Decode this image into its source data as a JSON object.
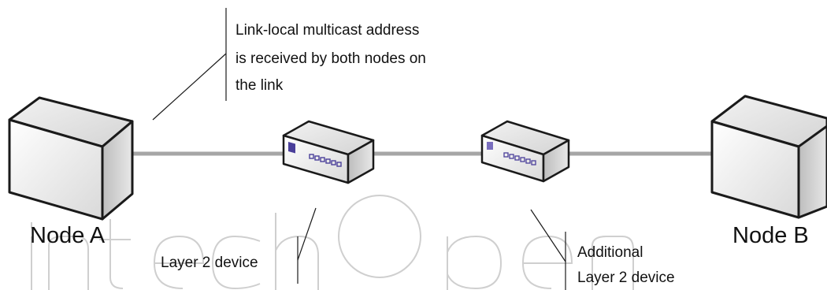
{
  "nodes": {
    "node_a": "Node A",
    "node_b": "Node B"
  },
  "callouts": {
    "multicast_line1": "Link-local multicast address",
    "multicast_line2": "is received by both nodes on",
    "multicast_line3": "the link",
    "layer2_device": "Layer 2 device",
    "additional_line1": "Additional",
    "additional_line2": "Layer 2 device"
  },
  "watermark": {
    "text": "intechOpen"
  },
  "colors": {
    "link": "#a6a6a6",
    "box_front": "#f3f3f3",
    "box_side": "#c9c9c9",
    "box_top": "#e6e6e6",
    "outline": "#1a1a1a",
    "port_led": "#4a3f9a",
    "watermark": "#cfcfcf"
  }
}
